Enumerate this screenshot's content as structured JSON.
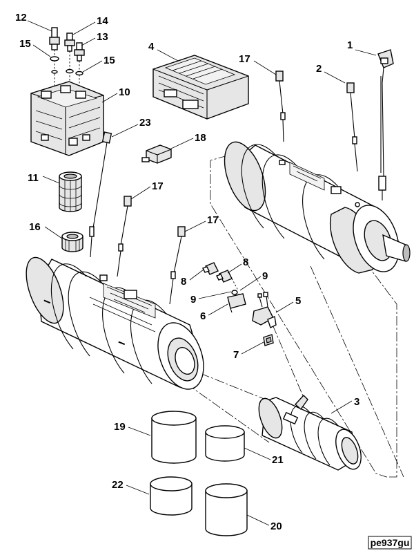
{
  "diagram": {
    "reference_code": "pe937gu",
    "callouts": [
      {
        "id": "c1",
        "label": "1"
      },
      {
        "id": "c2",
        "label": "2"
      },
      {
        "id": "c3",
        "label": "3"
      },
      {
        "id": "c4",
        "label": "4"
      },
      {
        "id": "c5",
        "label": "5"
      },
      {
        "id": "c6",
        "label": "6"
      },
      {
        "id": "c7",
        "label": "7"
      },
      {
        "id": "c8a",
        "label": "8"
      },
      {
        "id": "c8b",
        "label": "8"
      },
      {
        "id": "c9a",
        "label": "9"
      },
      {
        "id": "c9b",
        "label": "9"
      },
      {
        "id": "c10",
        "label": "10"
      },
      {
        "id": "c11",
        "label": "11"
      },
      {
        "id": "c12",
        "label": "12"
      },
      {
        "id": "c13",
        "label": "13"
      },
      {
        "id": "c14",
        "label": "14"
      },
      {
        "id": "c15a",
        "label": "15"
      },
      {
        "id": "c15b",
        "label": "15"
      },
      {
        "id": "c16",
        "label": "16"
      },
      {
        "id": "c17a",
        "label": "17"
      },
      {
        "id": "c17b",
        "label": "17"
      },
      {
        "id": "c17c",
        "label": "17"
      },
      {
        "id": "c18",
        "label": "18"
      },
      {
        "id": "c19",
        "label": "19"
      },
      {
        "id": "c20",
        "label": "20"
      },
      {
        "id": "c21",
        "label": "21"
      },
      {
        "id": "c22",
        "label": "22"
      },
      {
        "id": "c23",
        "label": "23"
      }
    ]
  }
}
